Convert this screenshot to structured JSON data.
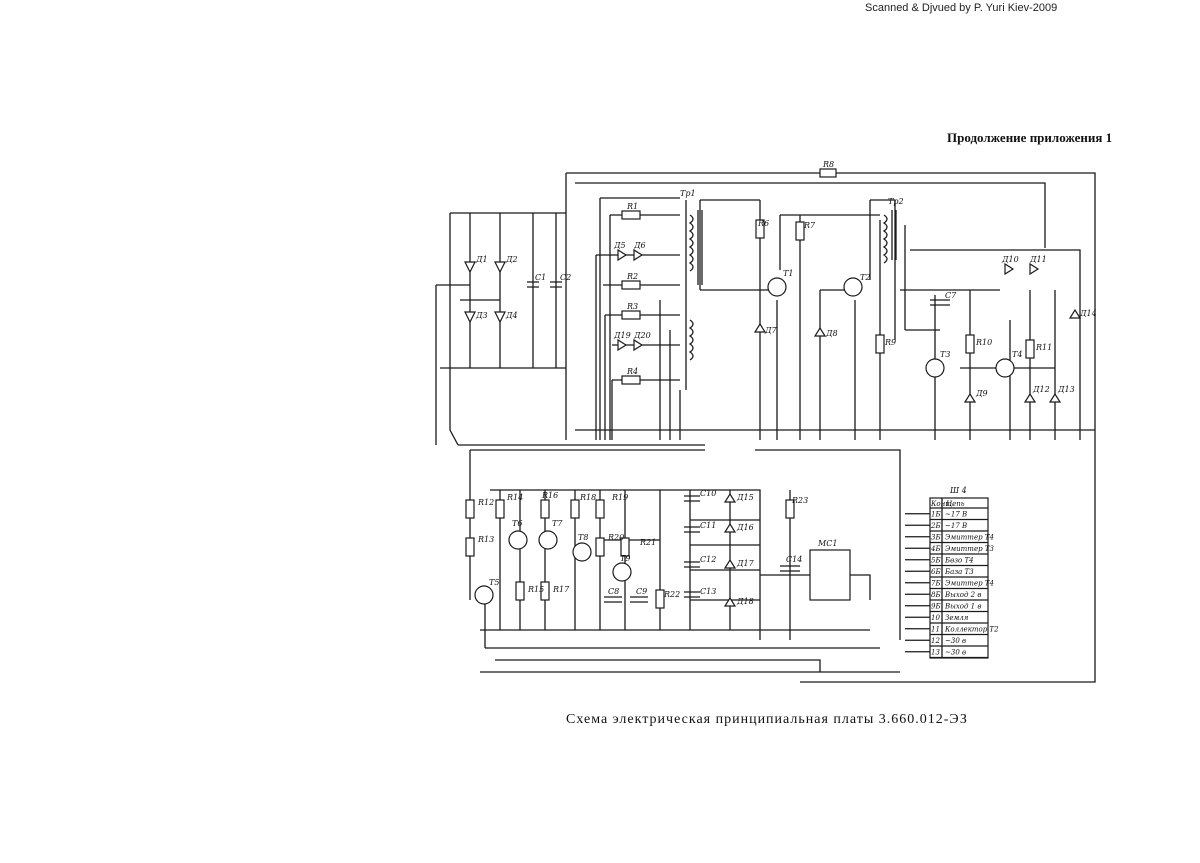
{
  "scan_credit": "Scanned & Djvued by P. Yuri Kiev-2009",
  "sheet_note": "Продолжение приложения 1",
  "caption": "Схема электрическая принципиальная платы 3.660.012-ЭЗ",
  "labels": {
    "d1": "Д1",
    "d2": "Д2",
    "d3": "Д3",
    "d4": "Д4",
    "c1": "С1",
    "c2": "С2",
    "r8": "R8",
    "tr1": "Тр1",
    "tr2": "Тр2",
    "r1": "R1",
    "r2": "R2",
    "r3": "R3",
    "r4": "R4",
    "d5": "Д5",
    "d6": "Д6",
    "d19": "Д19",
    "d20": "Д20",
    "r6": "R6",
    "r7": "R7",
    "t1": "Т1",
    "t2": "Т2",
    "d7": "Д7",
    "d8": "Д8",
    "d10": "Д10",
    "d11": "Д11",
    "d14": "Д14",
    "c7": "С7",
    "r9": "R9",
    "r10": "R10",
    "r11": "R11",
    "t3": "Т3",
    "t4": "Т4",
    "d9": "Д9",
    "d12": "Д12",
    "d13": "Д13",
    "r12": "R12",
    "r13": "R13",
    "r14": "R14",
    "r15": "R15",
    "r16": "R16",
    "r17": "R17",
    "r18": "R18",
    "r19": "R19",
    "r20": "R20",
    "r21": "R21",
    "r22": "R22",
    "r23": "R23",
    "t5": "Т5",
    "t6": "Т6",
    "t7": "Т7",
    "t8": "Т8",
    "t9": "Т9",
    "c8": "С8",
    "c9": "С9",
    "c10": "С10",
    "c11": "С11",
    "c12": "С12",
    "c13": "С13",
    "c14": "С14",
    "d15": "Д15",
    "d16": "Д16",
    "d17": "Д17",
    "d18": "Д18",
    "ms1": "МС1"
  },
  "connector": {
    "title": "Ш 4",
    "header": [
      "Конт.",
      "Цепь"
    ],
    "rows": [
      {
        "pin": "1Б",
        "signal": "~17 В"
      },
      {
        "pin": "2Б",
        "signal": "~17 В"
      },
      {
        "pin": "3Б",
        "signal": "Эмиттер Т4"
      },
      {
        "pin": "4Б",
        "signal": "Эмиттер Т3"
      },
      {
        "pin": "5Б",
        "signal": "Бвзо Т4"
      },
      {
        "pin": "6Б",
        "signal": "База Т3"
      },
      {
        "pin": "7Б",
        "signal": "Эмиттер Т4"
      },
      {
        "pin": "8Б",
        "signal": "Выход 2 в"
      },
      {
        "pin": "9Б",
        "signal": "Выход 1 в"
      },
      {
        "pin": "10",
        "signal": "Земля"
      },
      {
        "pin": "11",
        "signal": "Коллектор Т2"
      },
      {
        "pin": "12",
        "signal": "~30 в"
      },
      {
        "pin": "13",
        "signal": "~30 в"
      }
    ]
  }
}
